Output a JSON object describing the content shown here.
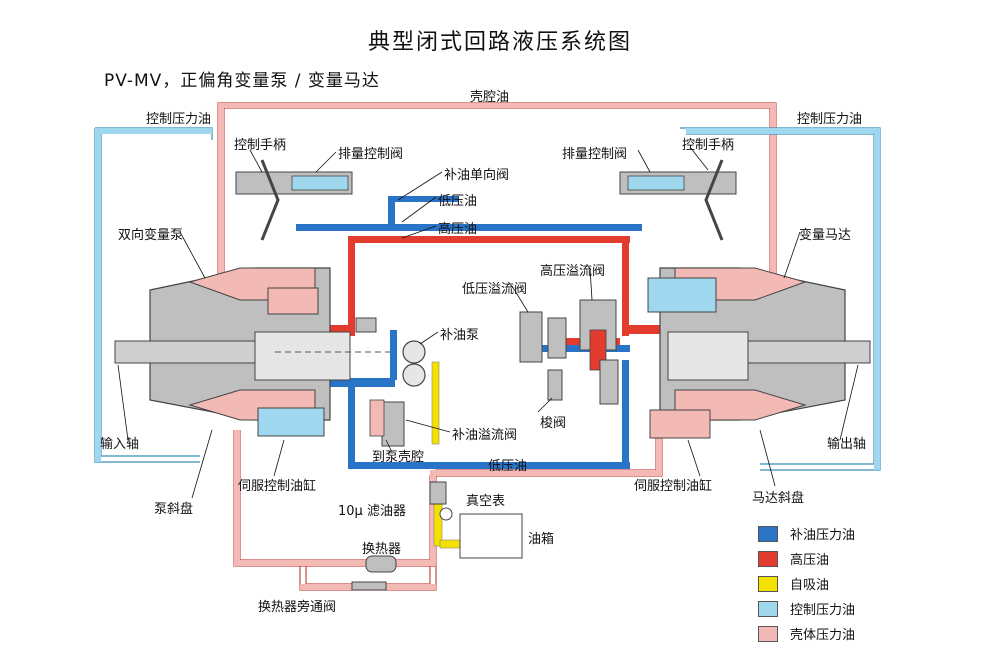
{
  "title": "典型闭式回路液压系统图",
  "subtitle": "PV-MV，正偏角变量泵 / 变量马达",
  "labels": {
    "shell_cavity_oil": "壳腔油",
    "control_pressure_oil_left": "控制压力油",
    "control_pressure_oil_right": "控制压力油",
    "control_handle_left": "控制手柄",
    "control_handle_right": "控制手柄",
    "displacement_valve_left": "排量控制阀",
    "displacement_valve_right": "排量控制阀",
    "charge_check_valve": "补油单向阀",
    "low_pressure_oil_top": "低压油",
    "high_pressure_oil": "高压油",
    "bidirectional_pump": "双向变量泵",
    "variable_motor": "变量马达",
    "high_pressure_relief_valve": "高压溢流阀",
    "low_pressure_relief_valve": "低压溢流阀",
    "charge_pump": "补油泵",
    "shuttle_valve": "梭阀",
    "charge_relief_valve": "补油溢流阀",
    "to_pump_case": "到泵壳腔",
    "low_pressure_oil_bottom": "低压油",
    "input_shaft": "输入轴",
    "output_shaft": "输出轴",
    "pump_swashplate": "泵斜盘",
    "servo_cylinder_left": "伺服控制油缸",
    "servo_cylinder_right": "伺服控制油缸",
    "motor_swashplate": "马达斜盘",
    "filter": "10μ 滤油器",
    "vacuum_gauge": "真空表",
    "tank": "油箱",
    "heat_exchanger": "换热器",
    "heat_exchanger_bypass": "换热器旁通阀"
  },
  "legend": [
    {
      "label": "补油压力油",
      "color": "#2a74c8"
    },
    {
      "label": "高压油",
      "color": "#e23c2e"
    },
    {
      "label": "自吸油",
      "color": "#f3e100"
    },
    {
      "label": "控制压力油",
      "color": "#9fd8ee"
    },
    {
      "label": "壳体压力油",
      "color": "#f2b9b5"
    }
  ],
  "colors": {
    "charge": "#2a74c8",
    "high": "#e23c2e",
    "suction": "#f3e100",
    "control": "#9fd8ee",
    "case": "#f2b9b5",
    "body": "#555555",
    "bodyfill": "#bfbfbf"
  }
}
